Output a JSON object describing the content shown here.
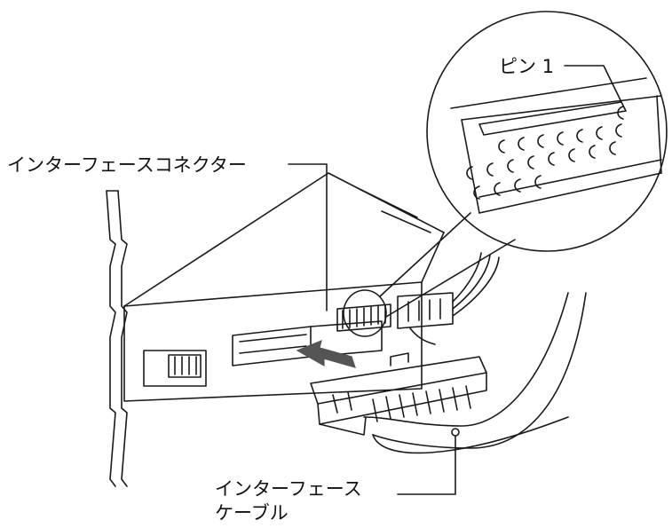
{
  "labels": {
    "pin1": "ピン 1",
    "interface_connector": "インターフェースコネクター",
    "interface_cable_line1": "インターフェース",
    "interface_cable_line2": "ケーブル"
  },
  "colors": {
    "ink": "#1a1a1a",
    "arrow": "#555555",
    "background": "#ffffff"
  }
}
